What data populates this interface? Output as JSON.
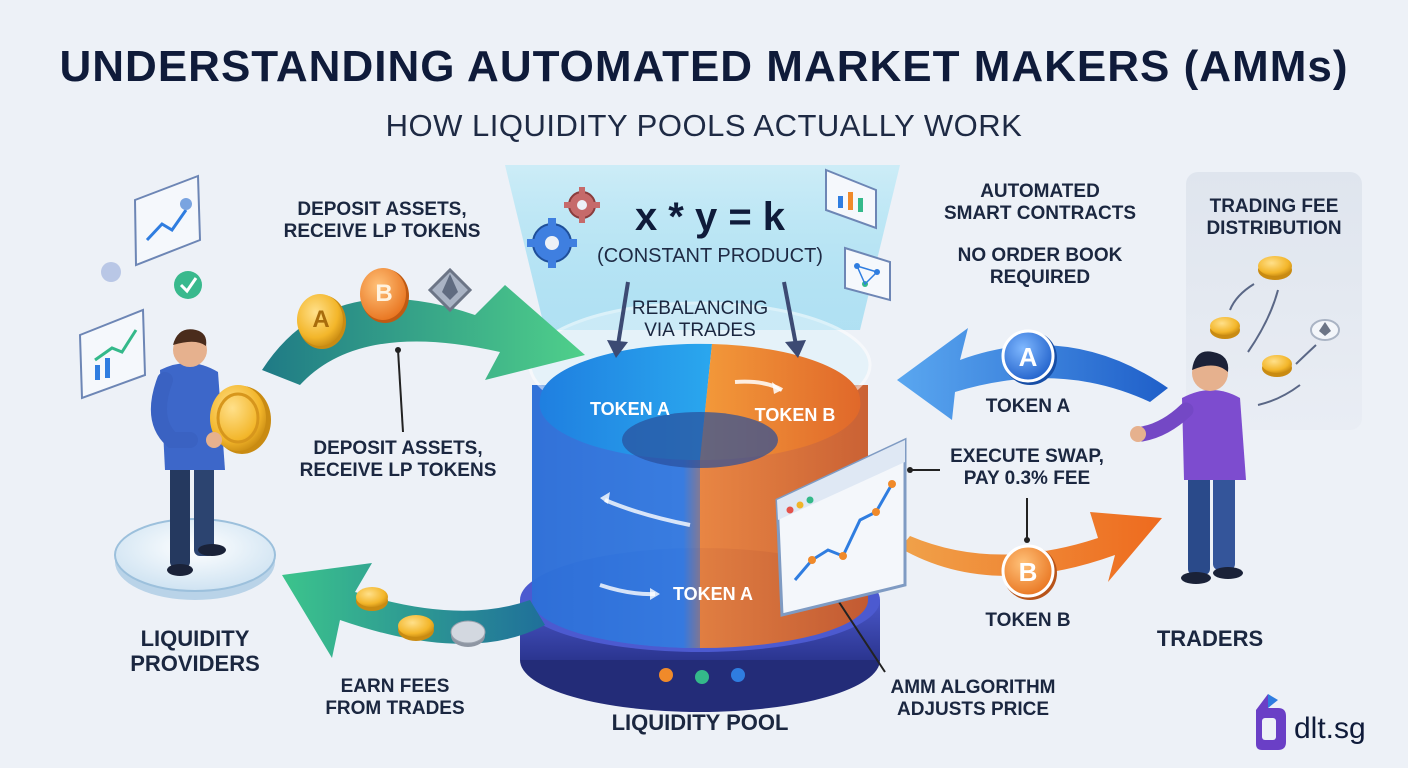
{
  "header": {
    "title": "UNDERSTANDING AUTOMATED MARKET MAKERS (AMMs)",
    "subtitle": "HOW LIQUIDITY POOLS ACTUALLY WORK"
  },
  "formula": {
    "equation": "x * y = k",
    "caption": "(CONSTANT PRODUCT)"
  },
  "pool": {
    "rebalancing": "REBALANCING\nVIA TRADES",
    "token_a_top": "TOKEN A",
    "token_b_top": "TOKEN B",
    "token_a_bottom": "TOKEN A",
    "name": "LIQUIDITY POOL"
  },
  "providers": {
    "deposit_top": "DEPOSIT ASSETS,\nRECEIVE LP TOKENS",
    "deposit_mid": "DEPOSIT ASSETS,\nRECEIVE LP TOKENS",
    "earn_fees": "EARN FEES\nFROM TRADES",
    "name": "LIQUIDITY\nPROVIDERS",
    "coin_a": "A",
    "coin_b": "B"
  },
  "contracts": {
    "automated": "AUTOMATED\nSMART CONTRACTS",
    "no_order_book": "NO ORDER BOOK\nREQUIRED"
  },
  "traders": {
    "token_a": "TOKEN A",
    "token_b": "TOKEN B",
    "execute_swap": "EXECUTE SWAP,\nPAY 0.3% FEE",
    "name": "TRADERS",
    "coin_a": "A",
    "coin_b": "B"
  },
  "fees_panel": {
    "title": "TRADING FEE\nDISTRIBUTION"
  },
  "algorithm": {
    "label": "AMM ALGORITHM\nADJUSTS PRICE"
  },
  "brand": {
    "logo_text": "dlt.sg"
  },
  "colors": {
    "token_a": "#1e88e5",
    "token_b": "#f57c00",
    "arrow_green": "#34b98a",
    "arrow_blue": "#2f7de0",
    "arrow_orange": "#f08a2a",
    "pool_base": "#3949ab",
    "background": "#edf1f7"
  },
  "icons": [
    "gear-icon",
    "bitcoin-coin-icon",
    "ethereum-icon",
    "line-chart-icon",
    "checkmark-icon",
    "network-icon"
  ]
}
